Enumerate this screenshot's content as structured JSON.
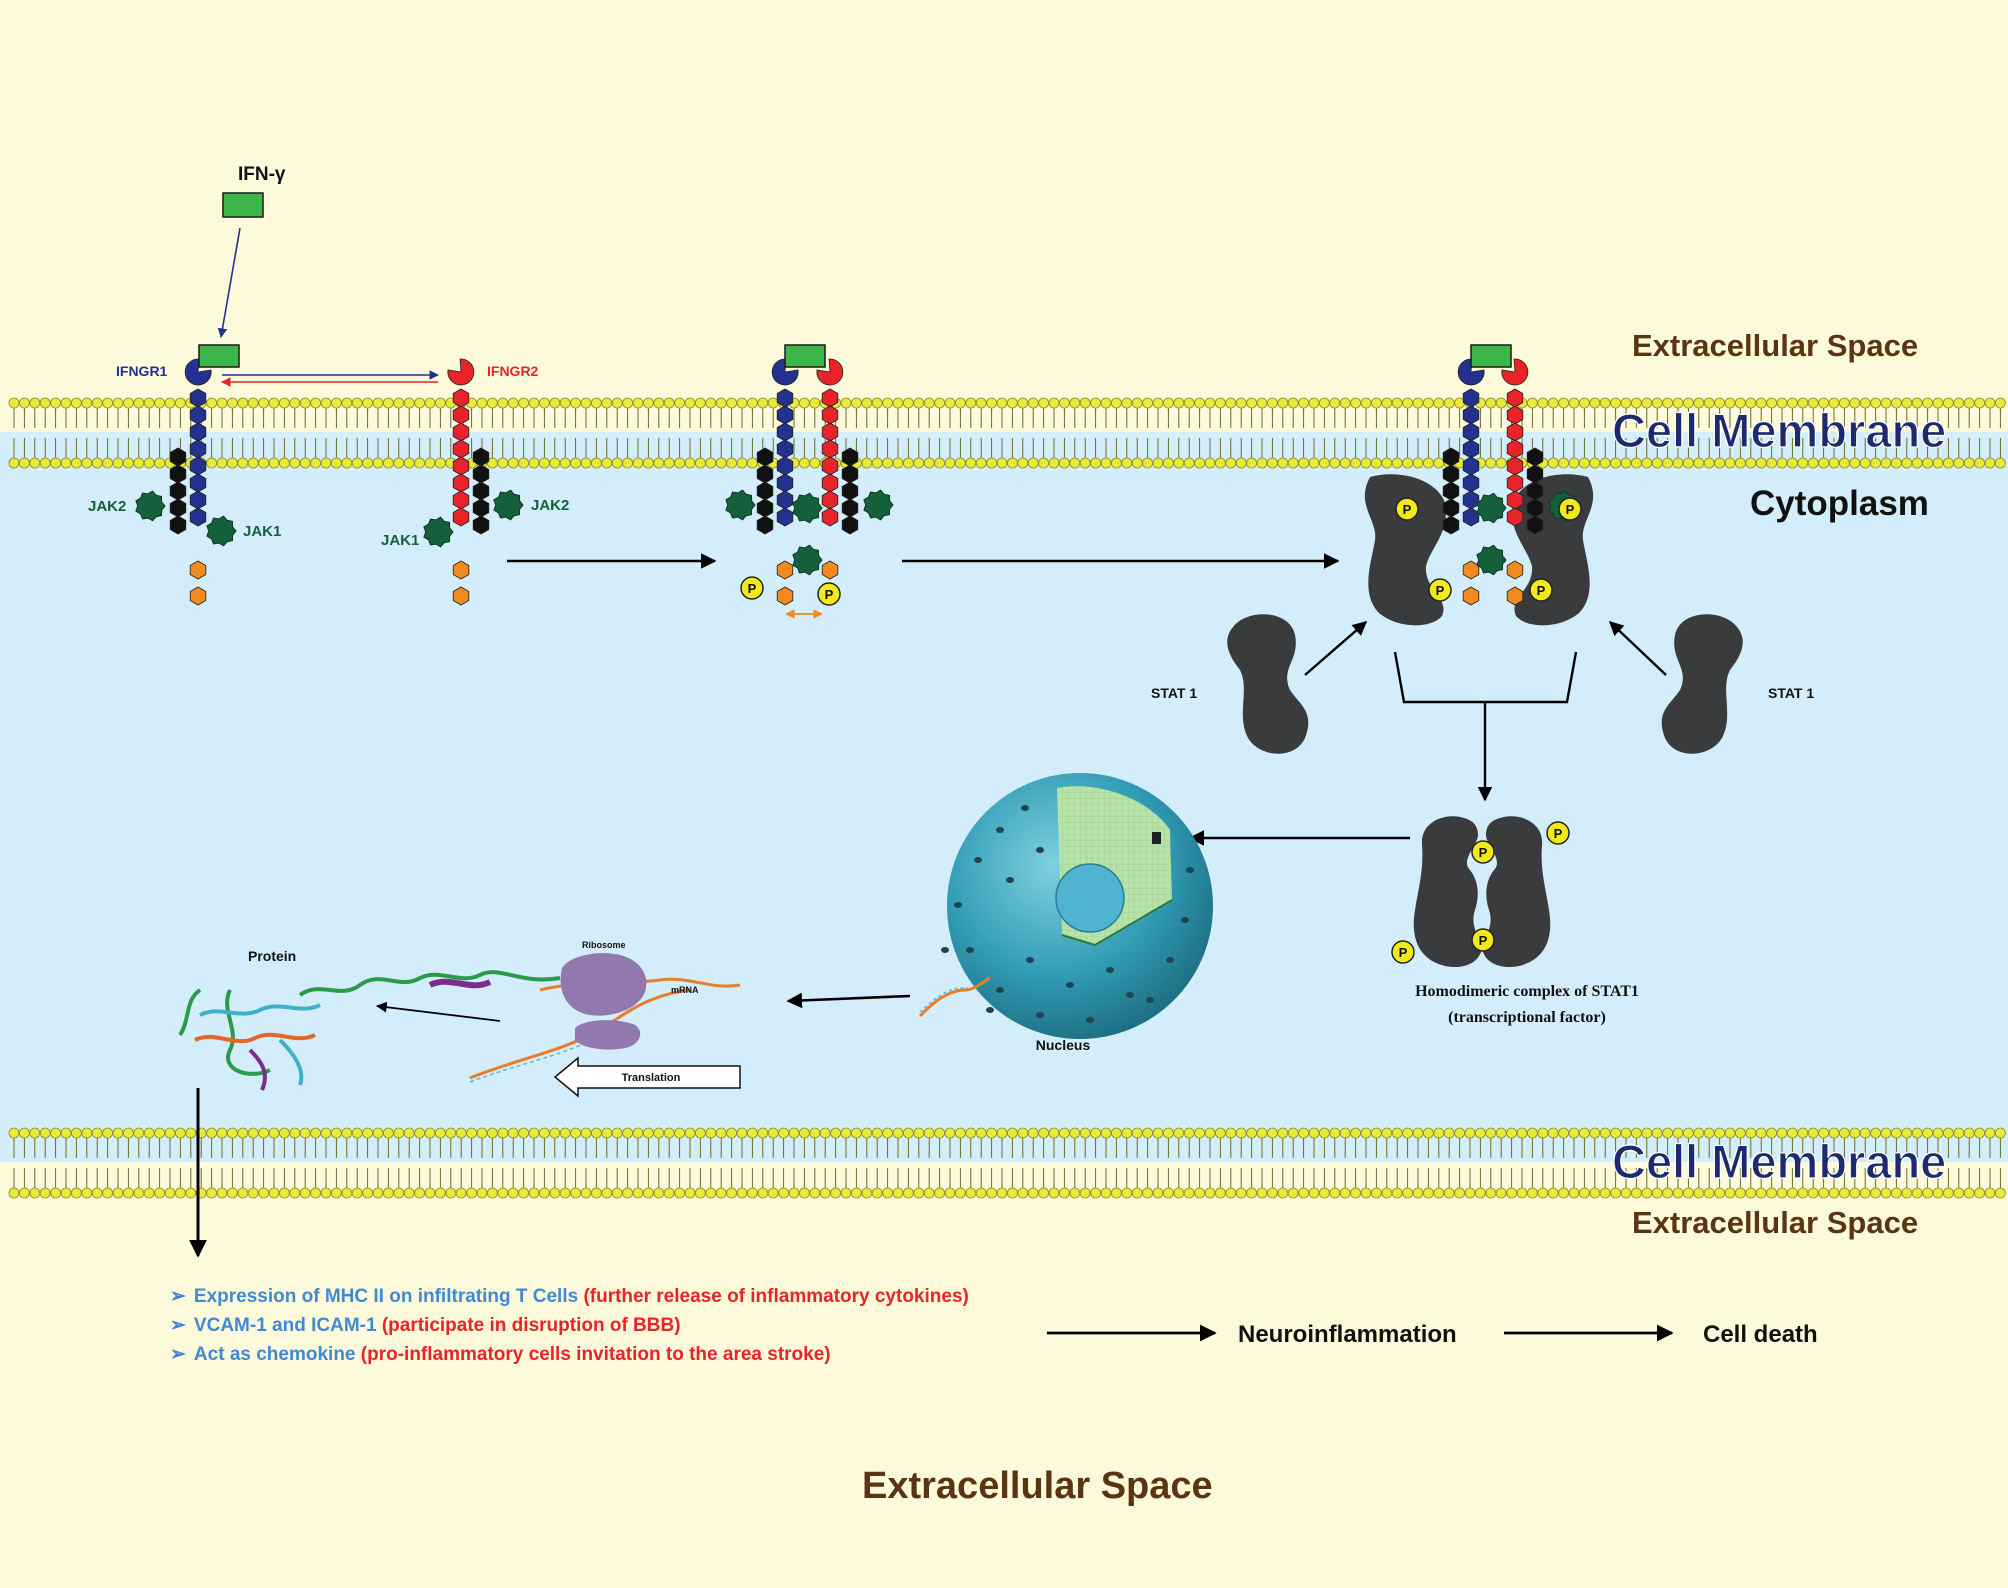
{
  "labels": {
    "ifn": "IFN-γ",
    "ifngr1": "IFNGR1",
    "ifngr2": "IFNGR2",
    "jak2_left": "JAK2",
    "jak1_left": "JAK1",
    "jak1_right": "JAK1",
    "jak2_right": "JAK2",
    "extracellular_top": "Extracellular Space",
    "cell_membrane_top": "Cell Membrane",
    "cytoplasm": "Cytoplasm",
    "stat1_left": "STAT 1",
    "stat1_right": "STAT 1",
    "homodimer_line1": "Homodimeric complex of STAT1",
    "homodimer_line2": "(transcriptional factor)",
    "nucleus": "Nucleus",
    "protein": "Protein",
    "ribosome": "Ribosome",
    "mrna": "mRNA",
    "translation": "Translation",
    "cell_membrane_bottom": "Cell Membrane",
    "extracellular_bottom": "Extracellular Space",
    "extracellular_footer": "Extracellular Space",
    "phospho": "P",
    "neuroinflammation": "Neuroinflammation",
    "cell_death": "Cell death"
  },
  "bullets": [
    {
      "blue": "Expression of MHC II on infiltrating T Cells",
      "red": "(further release of inflammatory cytokines)"
    },
    {
      "blue": "VCAM-1 and ICAM-1",
      "red": "(participate in disruption of BBB)"
    },
    {
      "blue": "Act as chemokine",
      "red": "(pro-inflammatory cells invitation to the area stroke)"
    }
  ],
  "bullet_marker": "➢",
  "colors": {
    "extracellular": "#fdfadc",
    "cytoplasm": "#d3eefa",
    "lipid_head": "#eaea3c",
    "membrane_text": "#1e2a6e",
    "space_text": "#5a3512",
    "ifngr1": "#24318f",
    "ifngr2": "#e8242a",
    "jak": "#15603a",
    "stat1": "#3a3b3d",
    "ligand": "#3cb54a",
    "phospho": "#f1e91a",
    "tail": "#f18a1f"
  }
}
